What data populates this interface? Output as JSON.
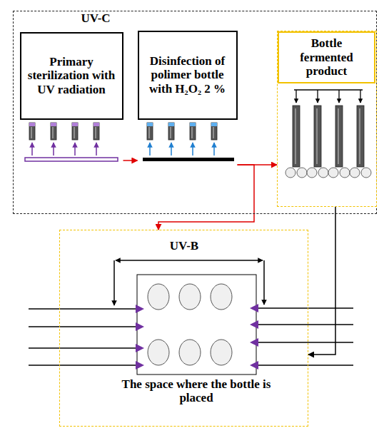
{
  "diagram": {
    "nodes": [
      {
        "text": [
          "UV-C"
        ]
      },
      {
        "text": [
          "Primary sterilization with UV radiation"
        ],
        "in": 0
      },
      {
        "text": [
          "Disinfection of polimer bottle with H₂O₂ 2 %"
        ],
        "in": 0
      },
      {
        "text": [
          "Bottle fermented product"
        ]
      },
      {
        "text": [
          "UV-B"
        ]
      },
      {
        "text": [
          "The space where the bottle is placed"
        ],
        "in": 4
      }
    ],
    "edges": [
      {
        "from": 1,
        "to": 2,
        "arrow": "to"
      },
      {
        "from": 2,
        "to": 3,
        "arrow": "to"
      },
      {
        "from": 2,
        "to": 4,
        "arrow": "to"
      },
      {
        "from": 3,
        "to": 4,
        "arrow": "to"
      }
    ]
  }
}
